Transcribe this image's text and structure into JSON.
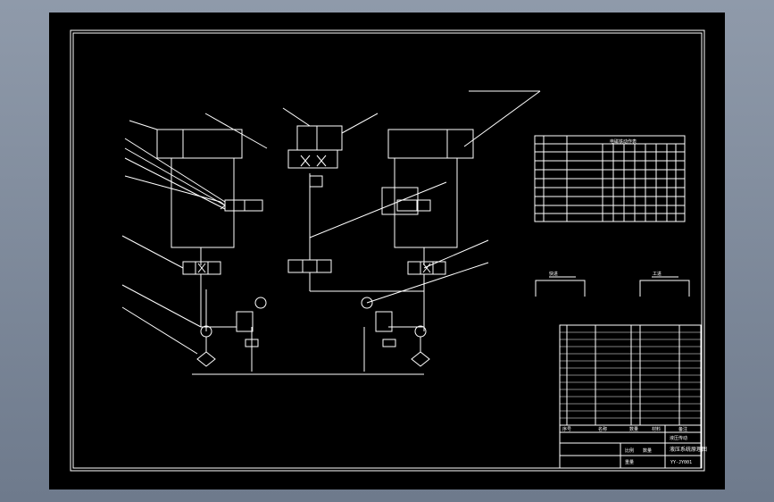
{
  "theme": {
    "background": "#000000",
    "line": "#ffffff",
    "frame_bg": "#7d8899"
  },
  "drawing": {
    "table_header": "电磁铁动作表",
    "title_main": "液压系统原理图",
    "title_sub": "液压传动",
    "drawing_no": "YY-JY001",
    "sheet_label_scale": "比例",
    "sheet_label_qty": "数量",
    "sheet_label_weight": "重量",
    "cycle_label_left": "快进",
    "cycle_label_right": "工进",
    "bom_col_no": "序号",
    "bom_col_name": "名称",
    "bom_col_qty": "数量",
    "bom_col_mat": "材料",
    "bom_col_note": "备注"
  }
}
